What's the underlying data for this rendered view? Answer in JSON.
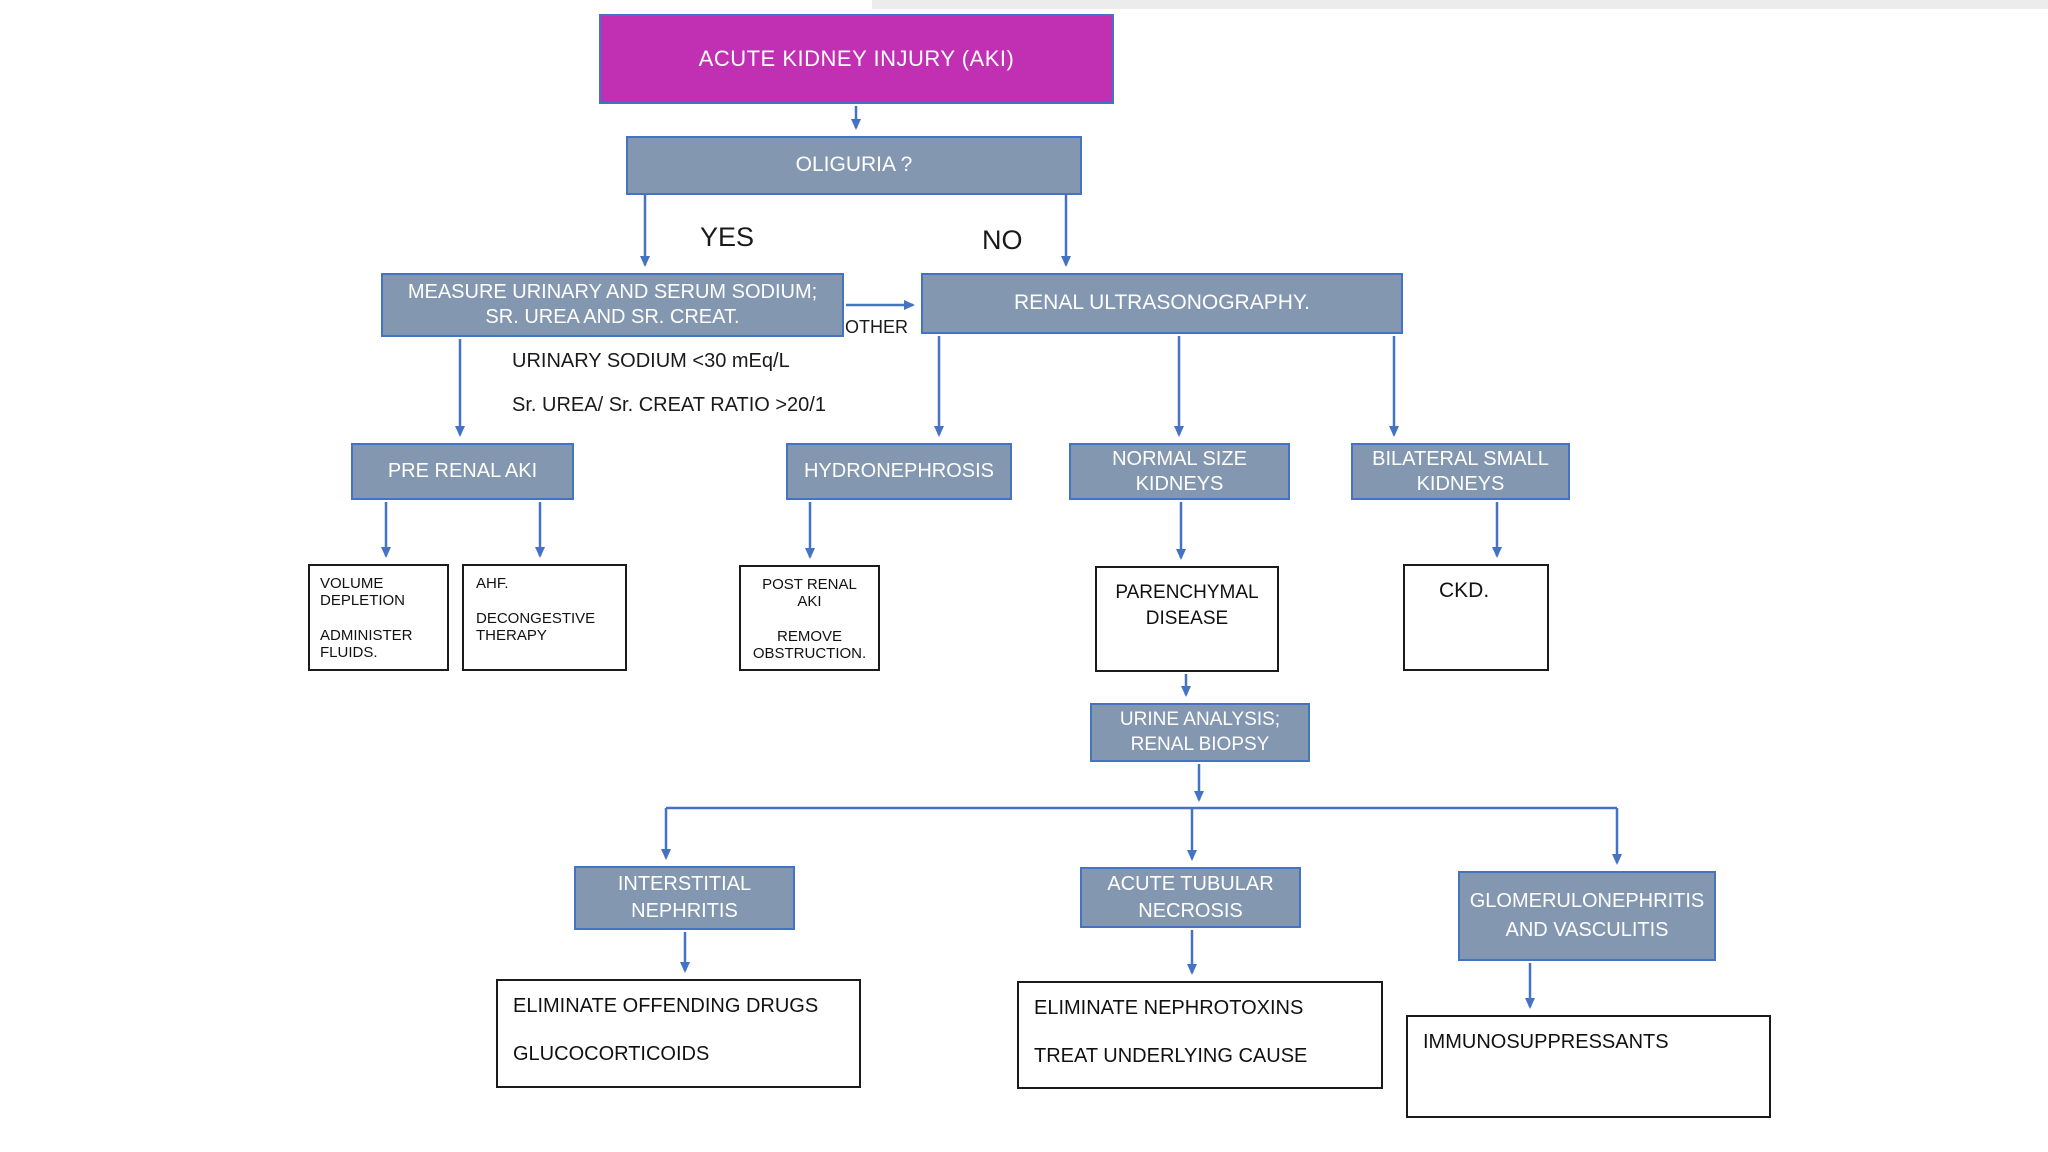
{
  "diagram": {
    "title": "ACUTE KIDNEY INJURY (AKI) diagnostic flowchart"
  },
  "colors": {
    "magenta_fill": "#C12FB3",
    "blue_gray_fill": "#8497B0",
    "blue_border": "#4472C4",
    "arrow": "#4472C4",
    "white_box_border": "#1b1b1b",
    "background": "#ffffff"
  },
  "nodes": {
    "aki": "ACUTE KIDNEY INJURY (AKI)",
    "oliguria": "OLIGURIA ?",
    "measure": "MEASURE URINARY AND SERUM SODIUM;\nSR. UREA AND SR. CREAT.",
    "renal_usg": "RENAL ULTRASONOGRAPHY.",
    "pre_renal": "PRE RENAL AKI",
    "hydronephrosis": "HYDRONEPHROSIS",
    "normal_size": "NORMAL SIZE\nKIDNEYS",
    "bilateral_small": "BILATERAL SMALL\nKIDNEYS",
    "volume_depletion": "VOLUME\nDEPLETION\n\nADMINISTER\nFLUIDS.",
    "ahf": "AHF.\n\nDECONGESTIVE\nTHERAPY",
    "post_renal": "POST RENAL\nAKI\n\nREMOVE\nOBSTRUCTION.",
    "parenchymal": "PARENCHYMAL\nDISEASE",
    "ckd": "CKD.",
    "urine_analysis": "URINE ANALYSIS;\nRENAL BIOPSY",
    "interstitial": "INTERSTITIAL\nNEPHRITIS",
    "atn": "ACUTE TUBULAR\nNECROSIS",
    "glomerulonephritis": "GLOMERULONEPHRITIS\nAND VASCULITIS",
    "eliminate_drugs": "ELIMINATE OFFENDING DRUGS\n\nGLUCOCORTICOIDS",
    "eliminate_nephrotoxins": "ELIMINATE NEPHROTOXINS\n\nTREAT UNDERLYING CAUSE",
    "immunosuppressants": "IMMUNOSUPPRESSANTS"
  },
  "labels": {
    "yes": "YES",
    "no": "NO",
    "other": "OTHER",
    "criteria1": "URINARY SODIUM <30 mEq/L",
    "criteria2": "Sr. UREA/ Sr. CREAT RATIO >20/1"
  },
  "edges": [
    {
      "from": "aki",
      "to": "oliguria",
      "label": ""
    },
    {
      "from": "oliguria",
      "to": "measure",
      "label": "YES"
    },
    {
      "from": "oliguria",
      "to": "renal_usg",
      "label": "NO"
    },
    {
      "from": "measure",
      "to": "renal_usg",
      "label": "OTHER"
    },
    {
      "from": "measure",
      "to": "pre_renal",
      "label": "URINARY SODIUM <30 mEq/L; Sr. UREA/ Sr. CREAT RATIO >20/1"
    },
    {
      "from": "renal_usg",
      "to": "hydronephrosis",
      "label": ""
    },
    {
      "from": "renal_usg",
      "to": "normal_size",
      "label": ""
    },
    {
      "from": "renal_usg",
      "to": "bilateral_small",
      "label": ""
    },
    {
      "from": "pre_renal",
      "to": "volume_depletion",
      "label": ""
    },
    {
      "from": "pre_renal",
      "to": "ahf",
      "label": ""
    },
    {
      "from": "hydronephrosis",
      "to": "post_renal",
      "label": ""
    },
    {
      "from": "normal_size",
      "to": "parenchymal",
      "label": ""
    },
    {
      "from": "bilateral_small",
      "to": "ckd",
      "label": ""
    },
    {
      "from": "parenchymal",
      "to": "urine_analysis",
      "label": ""
    },
    {
      "from": "urine_analysis",
      "to": "interstitial",
      "label": ""
    },
    {
      "from": "urine_analysis",
      "to": "atn",
      "label": ""
    },
    {
      "from": "urine_analysis",
      "to": "glomerulonephritis",
      "label": ""
    },
    {
      "from": "interstitial",
      "to": "eliminate_drugs",
      "label": ""
    },
    {
      "from": "atn",
      "to": "eliminate_nephrotoxins",
      "label": ""
    },
    {
      "from": "glomerulonephritis",
      "to": "immunosuppressants",
      "label": ""
    }
  ]
}
